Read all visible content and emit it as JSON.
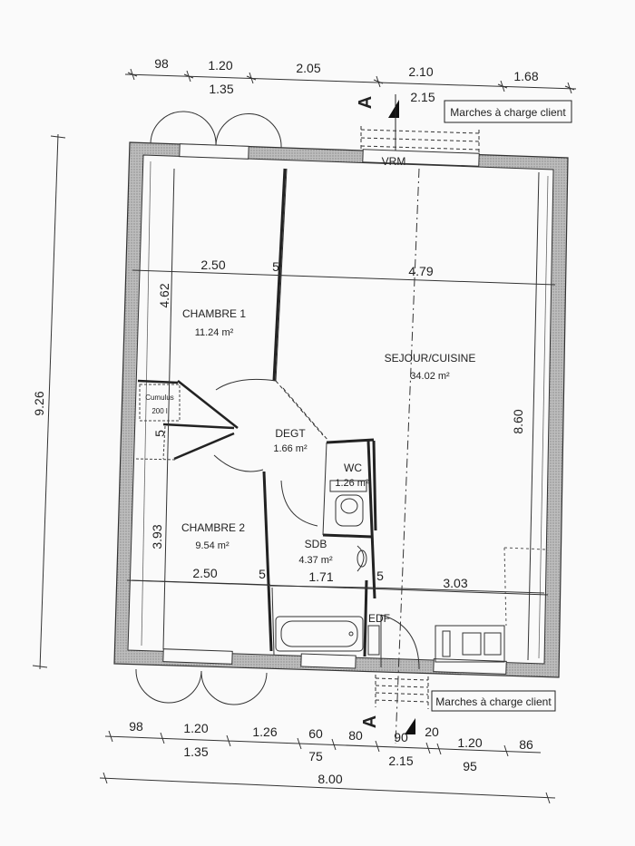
{
  "dimensions": {
    "top_row1": [
      "98",
      "1.20",
      "2.05",
      "2.10",
      "1.68"
    ],
    "top_row2": [
      "1.35",
      "2.15"
    ],
    "bottom_row1": [
      "98",
      "1.20",
      "1.26",
      "60",
      "80",
      "90",
      "20",
      "1.20",
      "86"
    ],
    "bottom_row2": [
      "1.35",
      "75",
      "2.15",
      "95"
    ],
    "overall_width": "8.00",
    "overall_height": "9.26",
    "interior": {
      "chambre1_width": "2.50",
      "chambre1_depth": "4.62",
      "partition1": "5",
      "sejour_width": "4.79",
      "sejour_depth": "8.60",
      "partition_left": "5",
      "chambre2_depth": "3.93",
      "chambre2_width": "2.50",
      "partition2": "5",
      "sdb_width": "1.71",
      "partition3": "5",
      "kitchen_width": "3.03"
    }
  },
  "rooms": {
    "chambre1": {
      "name": "CHAMBRE 1",
      "area": "11.24 m²"
    },
    "chambre2": {
      "name": "CHAMBRE 2",
      "area": "9.54 m²"
    },
    "sejour": {
      "name": "SEJOUR/CUISINE",
      "area": "34.02 m²"
    },
    "degt": {
      "name": "DEGT",
      "area": "1.66 m²"
    },
    "wc": {
      "name": "WC",
      "area": "1.26 m²"
    },
    "sdb": {
      "name": "SDB",
      "area": "4.37 m²"
    }
  },
  "labels": {
    "vrm": "VRM",
    "edf": "EDF",
    "cumulus1": "Cumulus",
    "cumulus2": "200 l",
    "section_top": "A",
    "section_bottom": "A",
    "marches_top": "Marches à charge client",
    "marches_bottom": "Marches à charge client"
  }
}
